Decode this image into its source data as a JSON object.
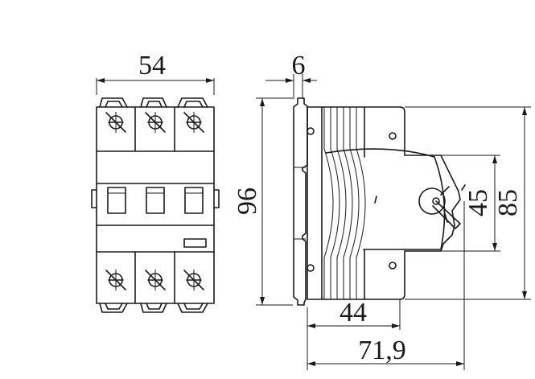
{
  "dimensions": {
    "front_width": "54",
    "din_rail_offset": "6",
    "height_overall": "96",
    "height_body": "85",
    "height_front": "45",
    "depth_front": "44",
    "depth_overall": "71,9"
  },
  "colors": {
    "line": "#1a1a1a",
    "background": "#ffffff"
  }
}
